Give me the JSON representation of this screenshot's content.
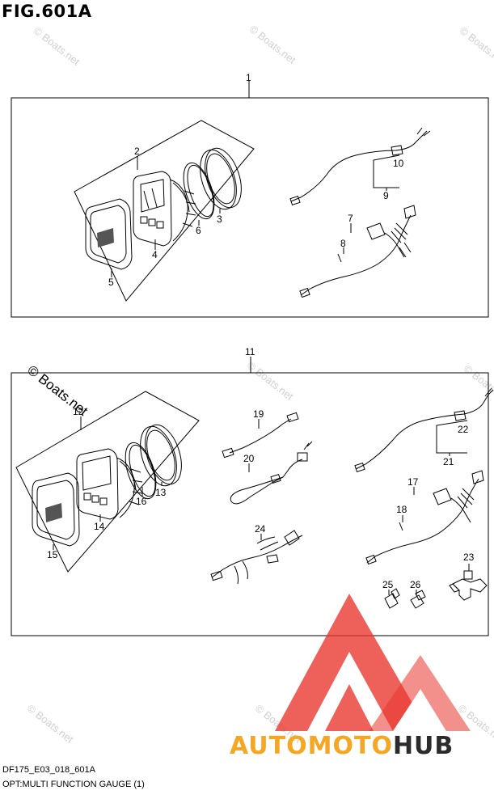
{
  "figure": {
    "title": "FIG.601A"
  },
  "footer": {
    "code": "DF175_E03_018_601A",
    "caption": "OPT:MULTI FUNCTION GAUGE (1)"
  },
  "watermark": {
    "text": "© Boats.net"
  },
  "logo": {
    "auto": "AUTO",
    "moto": "MOTO",
    "hub": "HUB",
    "color_red": "#e8342c",
    "color_orange": "#f5a623",
    "color_dark": "#2b2b2b"
  },
  "callouts": {
    "c1": "1",
    "c2": "2",
    "c3": "3",
    "c4": "4",
    "c5": "5",
    "c6": "6",
    "c7": "7",
    "c8": "8",
    "c9": "9",
    "c10": "10",
    "c11": "11",
    "c12": "12",
    "c13": "13",
    "c14": "14",
    "c15": "15",
    "c16": "16",
    "c17": "17",
    "c18": "18",
    "c19": "19",
    "c20": "20",
    "c21": "21",
    "c22": "22",
    "c23": "23",
    "c24": "24",
    "c25": "25",
    "c26": "26"
  }
}
